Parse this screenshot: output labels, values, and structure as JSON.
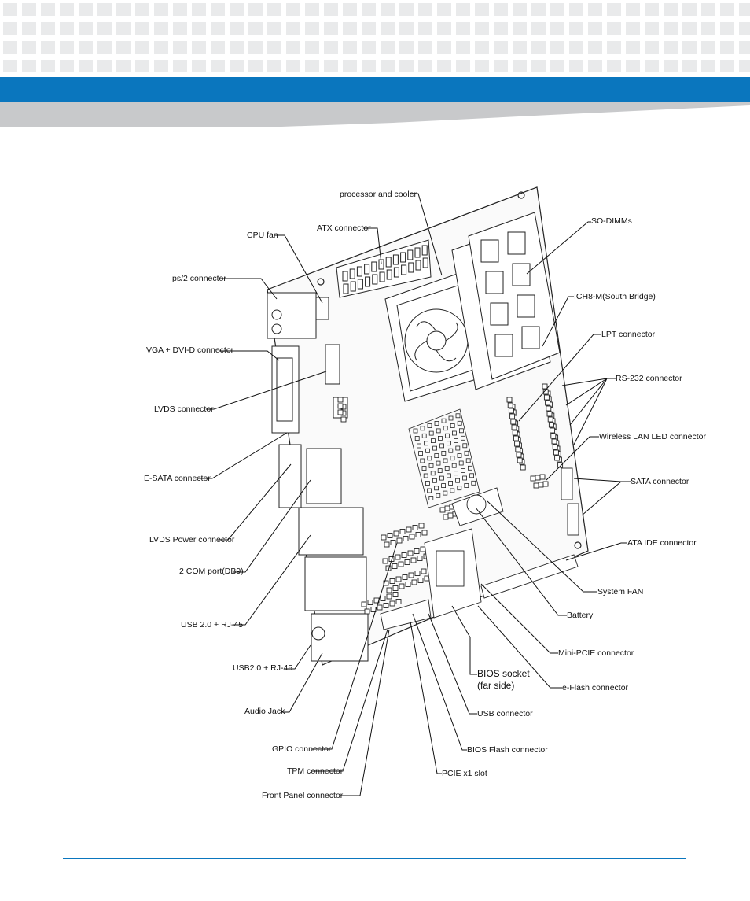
{
  "colors": {
    "accent": "#0a76be",
    "band": "#c8c9cb",
    "pattern": "#e9eaeb"
  },
  "labels": {
    "processor_and_cooler": "processor and cooler",
    "atx_connector": "ATX connector",
    "cpu_fan": "CPU fan",
    "ps2_connector": "ps/2 connector",
    "vga_dvi_connector": "VGA + DVI-D connector",
    "lvds_connector": "LVDS connector",
    "esata_connector": "E-SATA connector",
    "lvds_power_connector": "LVDS Power connector",
    "com_port": "2 COM port(DB9)",
    "usb_rj45_a": "USB 2.0 + RJ-45",
    "usb_rj45_b": "USB2.0 + RJ-45",
    "audio_jack": "Audio Jack",
    "gpio_connector": "GPIO connector",
    "tpm_connector": "TPM connector",
    "front_panel_connector": "Front Panel connector",
    "so_dimms": "SO-DIMMs",
    "ich8m": "ICH8-M(South Bridge)",
    "lpt_connector": "LPT connector",
    "rs232_connector": "RS-232 connector",
    "wireless_lan_led": "Wireless LAN LED connector",
    "sata_connector": "SATA connector",
    "ata_ide_connector": "ATA IDE connector",
    "system_fan": "System FAN",
    "battery": "Battery",
    "mini_pcie_connector": "Mini-PCIE connector",
    "eflash_connector": "e-Flash connector",
    "bios_socket_line1": "BIOS socket",
    "bios_socket_line2": "(far side)",
    "usb_connector": "USB connector",
    "bios_flash_connector": "BIOS Flash connector",
    "pcie_x1_slot": "PCIE x1 slot"
  }
}
